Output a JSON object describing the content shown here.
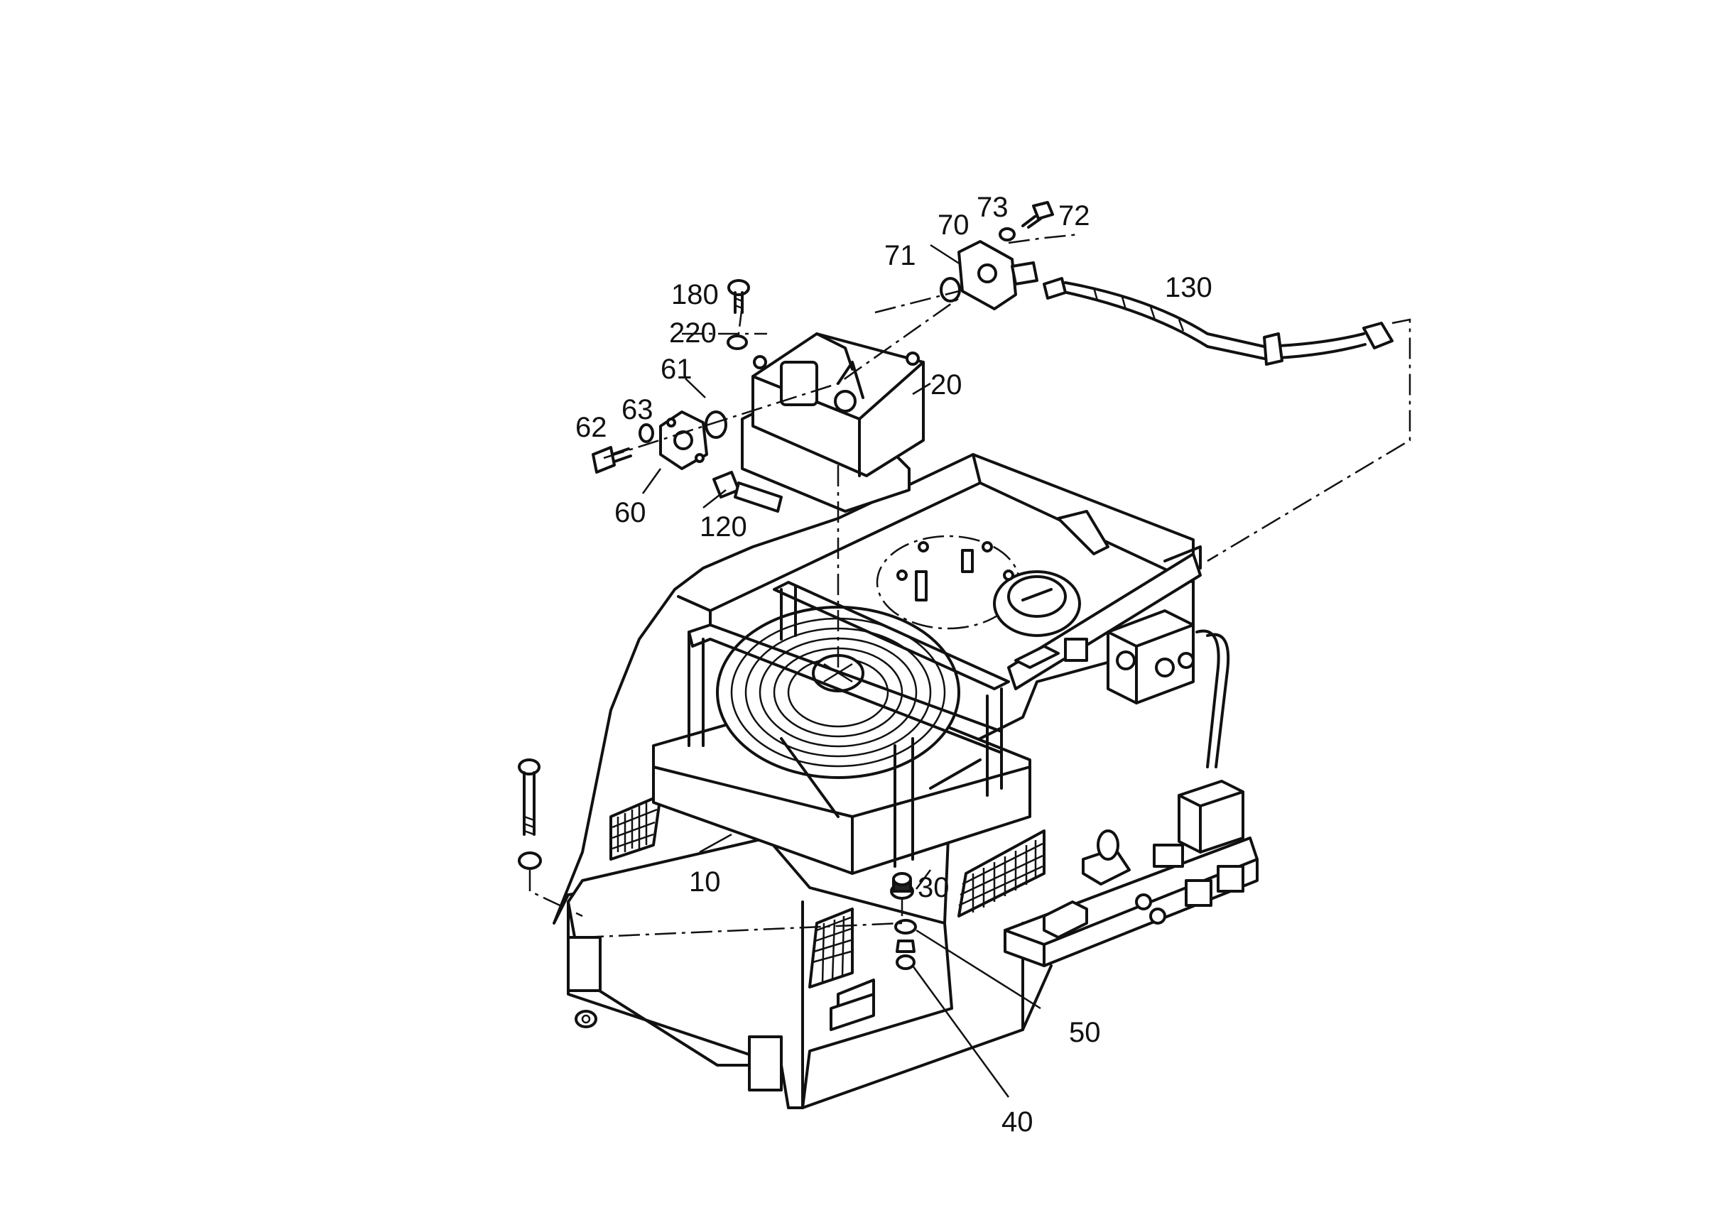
{
  "diagram": {
    "colors": {
      "ink": "#111111",
      "background": "#ffffff"
    },
    "callouts": [
      {
        "id": "10",
        "text": "10"
      },
      {
        "id": "20",
        "text": "20"
      },
      {
        "id": "30",
        "text": "30"
      },
      {
        "id": "40",
        "text": "40"
      },
      {
        "id": "50",
        "text": "50"
      },
      {
        "id": "60",
        "text": "60"
      },
      {
        "id": "61",
        "text": "61"
      },
      {
        "id": "62",
        "text": "62"
      },
      {
        "id": "63",
        "text": "63"
      },
      {
        "id": "70",
        "text": "70"
      },
      {
        "id": "71",
        "text": "71"
      },
      {
        "id": "72",
        "text": "72"
      },
      {
        "id": "73",
        "text": "73"
      },
      {
        "id": "120",
        "text": "120"
      },
      {
        "id": "130",
        "text": "130"
      },
      {
        "id": "180",
        "text": "180"
      },
      {
        "id": "220",
        "text": "220"
      }
    ]
  }
}
